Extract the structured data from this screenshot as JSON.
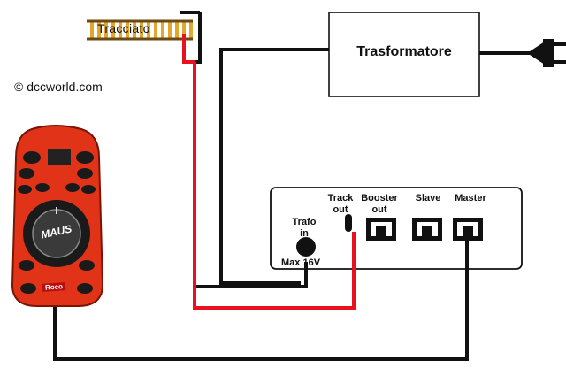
{
  "diagram": {
    "track_label": "Tracciato",
    "transformer_label": "Trasformatore",
    "watermark": "© dccworld.com",
    "ports": {
      "trafo_in": [
        "Trafo",
        "in"
      ],
      "track_out": [
        "Track",
        "out"
      ],
      "booster_out": [
        "Booster",
        "out"
      ],
      "slave": "Slave",
      "master": "Master"
    },
    "voltage": "Max 16V",
    "handset": {
      "brand": "MAUS",
      "maker": "Roco"
    }
  },
  "colors": {
    "cable_black": "#111111",
    "cable_red": "#e8121f",
    "handset_red": "#e03318",
    "track_rail": "#6e4a12",
    "track_sleeper": "#e2a72c"
  }
}
